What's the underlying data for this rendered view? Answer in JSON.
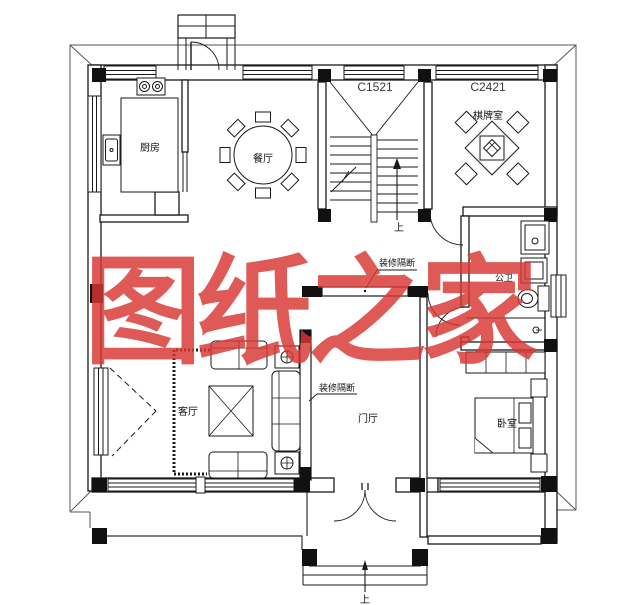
{
  "watermark": {
    "text": "图纸之家",
    "color": "#d93732"
  },
  "rooms": {
    "kitchen": "厨房",
    "dining": "餐厅",
    "mahjong": "棋牌室",
    "bathroom": "公卫",
    "living": "客厅",
    "hall": "门厅",
    "bedroom": "卧室"
  },
  "window_codes": {
    "stair_window": "C1521",
    "mahjong_window": "C2421"
  },
  "annotations": {
    "partition_note": "装修隔断",
    "up": "上"
  },
  "colors": {
    "line": "#1a1a1a",
    "column_fill": "#111111",
    "watermark_red": "#d93732"
  }
}
